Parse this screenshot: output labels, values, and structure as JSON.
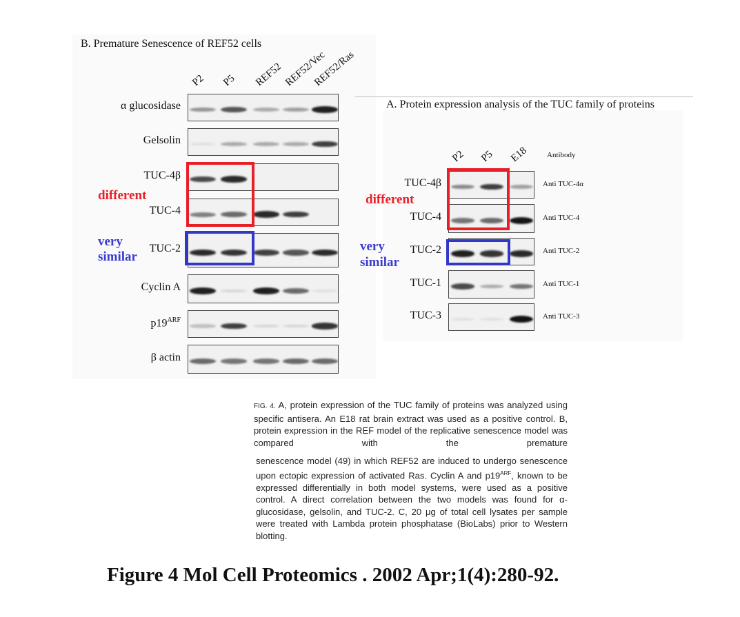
{
  "panel_b": {
    "title": "B.   Premature Senescence of REF52 cells",
    "lanes": [
      "P2",
      "P5",
      "REF52",
      "REF52/Vec",
      "REF52/Ras"
    ],
    "rows": [
      {
        "label": "α glucosidase",
        "bands": [
          0.4,
          0.7,
          0.3,
          0.35,
          0.95
        ]
      },
      {
        "label": "Gelsolin",
        "bands": [
          0.05,
          0.3,
          0.3,
          0.3,
          0.8
        ]
      },
      {
        "label": "TUC-4β",
        "bands": [
          0.75,
          0.9,
          0,
          0,
          0
        ]
      },
      {
        "label": "TUC-4",
        "bands": [
          0.5,
          0.6,
          0.9,
          0.8,
          0
        ]
      },
      {
        "label": "TUC-2",
        "bands": [
          0.9,
          0.85,
          0.8,
          0.7,
          0.9
        ]
      },
      {
        "label": "Cyclin A",
        "bands": [
          0.95,
          0.1,
          0.95,
          0.6,
          0.05
        ]
      },
      {
        "label": "p19",
        "label_sup": "ARF",
        "bands": [
          0.2,
          0.8,
          0.1,
          0.1,
          0.85
        ]
      },
      {
        "label": "β actin",
        "bands": [
          0.6,
          0.55,
          0.55,
          0.6,
          0.6
        ]
      }
    ],
    "annotation_different": "different",
    "annotation_very": "very",
    "annotation_similar": "similar"
  },
  "panel_a": {
    "title": "A.   Protein expression analysis of the TUC family of proteins",
    "lanes": [
      "P2",
      "P5",
      "E18"
    ],
    "antibody_header": "Antibody",
    "rows": [
      {
        "label": "TUC-4β",
        "antibody": "Anti TUC-4α",
        "bands": [
          0.45,
          0.8,
          0.35
        ]
      },
      {
        "label": "TUC-4",
        "antibody": "Anti TUC-4",
        "bands": [
          0.55,
          0.6,
          1.0
        ]
      },
      {
        "label": "TUC-2",
        "antibody": "Anti TUC-2",
        "bands": [
          0.95,
          0.85,
          0.9
        ]
      },
      {
        "label": "TUC-1",
        "antibody": "Anti TUC-1",
        "bands": [
          0.75,
          0.3,
          0.55
        ]
      },
      {
        "label": "TUC-3",
        "antibody": "Anti TUC-3",
        "bands": [
          0.05,
          0.05,
          1.0
        ]
      }
    ],
    "annotation_different": "different",
    "annotation_very": "very",
    "annotation_similar": "similar"
  },
  "caption": {
    "fig": "Fig. 4.",
    "p1": " A, protein expression of the TUC family of proteins was analyzed using specific antisera. An E18 rat brain extract was used as a positive control. B, protein expression in the REF model of the replicative senescence model was compared with the premature",
    "p2a": "senescence model (49) in which REF52 are induced to undergo senescence upon ectopic expression of activated Ras. Cyclin A and p19",
    "p2sup": "ARF",
    "p2b": ", known to be expressed differentially in both model systems, were used as a positive control. A direct correlation between the two models was found for α-glucosidase, gelsolin, and TUC-2. C, 20 μg of total cell lysates per sample were treated with Lambda protein phosphatase (BioLabs) prior to Western blotting."
  },
  "footer": "Figure 4 Mol Cell Proteomics . 2002 Apr;1(4):280-92."
}
